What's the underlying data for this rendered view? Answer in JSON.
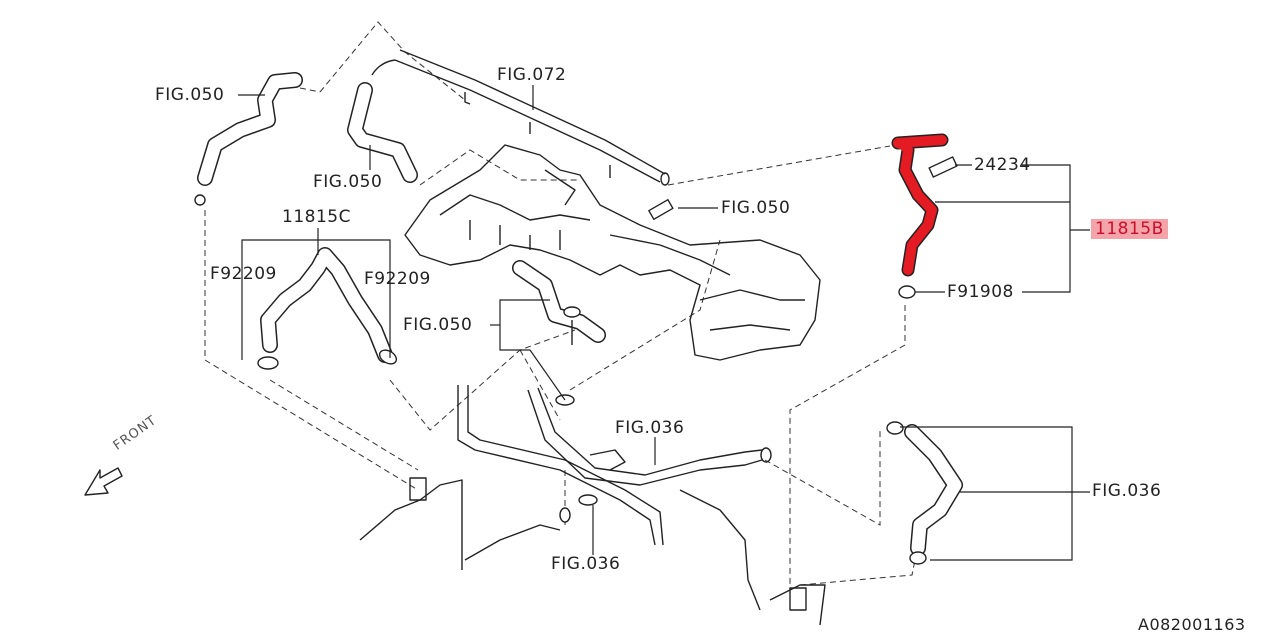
{
  "diagram": {
    "callouts": {
      "fig050_top_left": "FIG.050",
      "fig072": "FIG.072",
      "fig050_upper": "FIG.050",
      "fig050_right": "FIG.050",
      "part_11815c": "11815C",
      "f92209_left": "F92209",
      "f92209_right": "F92209",
      "fig050_mid": "FIG.050",
      "fig036_center": "FIG.036",
      "fig036_bottom": "FIG.036",
      "fig036_right": "FIG.036",
      "part_24234": "24234",
      "part_11815b": "11815B",
      "part_f91908": "F91908"
    },
    "front_indicator": "FRONT",
    "diagram_id": "A082001163"
  },
  "colors": {
    "highlight_part": "#e41b23",
    "highlight_label_bg": "#f4a3a8",
    "line": "#222222"
  }
}
